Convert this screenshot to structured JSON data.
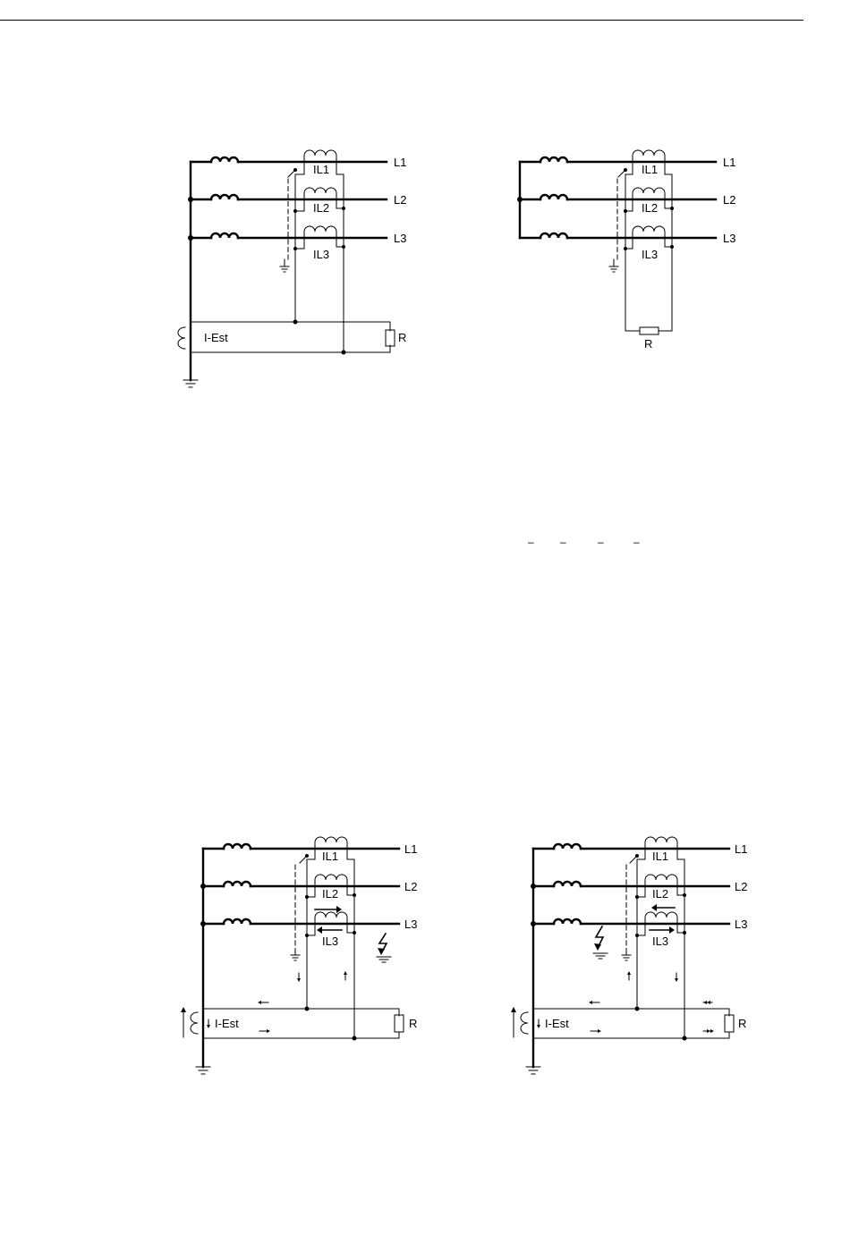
{
  "diagrams": [
    {
      "id": "diagram-top-left",
      "phase_labels": [
        "L1",
        "L2",
        "L3"
      ],
      "ct_labels": [
        "IL1",
        "IL2",
        "IL3"
      ],
      "neutral_ct_label": "I-Est",
      "resistor_label": "R"
    },
    {
      "id": "diagram-top-right",
      "phase_labels": [
        "L1",
        "L2",
        "L3"
      ],
      "ct_labels": [
        "IL1",
        "IL2",
        "IL3"
      ],
      "resistor_label": "R"
    },
    {
      "id": "diagram-bottom-left",
      "phase_labels": [
        "L1",
        "L2",
        "L3"
      ],
      "ct_labels": [
        "IL1",
        "IL2",
        "IL3"
      ],
      "neutral_ct_label": "I-Est",
      "resistor_label": "R"
    },
    {
      "id": "diagram-bottom-right",
      "phase_labels": [
        "L1",
        "L2",
        "L3"
      ],
      "ct_labels": [
        "IL1",
        "IL2",
        "IL3"
      ],
      "neutral_ct_label": "I-Est",
      "resistor_label": "R"
    }
  ],
  "dash_marks": [
    "–",
    "–",
    "–",
    "–"
  ]
}
